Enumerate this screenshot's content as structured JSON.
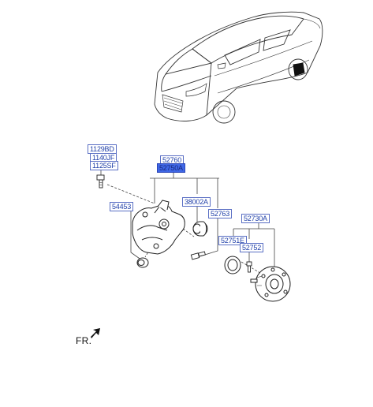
{
  "labels": {
    "bolt_1": "1129BD",
    "bolt_2": "1140JF",
    "bolt_3": "1125SF",
    "knuckle_1": "52760",
    "knuckle_2": "52750A",
    "bushing": "38002A",
    "bushing_b": "54453",
    "pin": "52763",
    "hub_assy": "52730A",
    "sensor_ring": "52751E",
    "hub_bolt": "52752"
  },
  "direction_label": "FR.",
  "colors": {
    "label_text": "#1f3fa8",
    "label_border": "#5a6fc4",
    "selected_fill": "#3f67e6"
  }
}
